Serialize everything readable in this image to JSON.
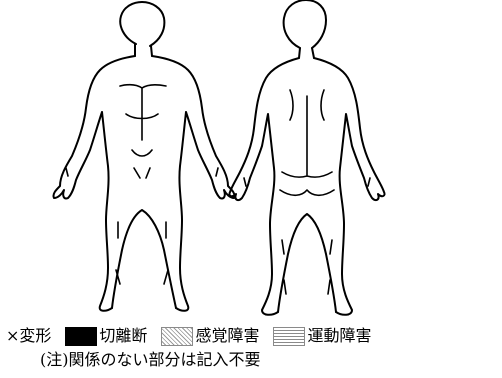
{
  "legend": {
    "deformity": "×変形",
    "amputation": "切離断",
    "sensory": "感覚障害",
    "motor": "運動障害"
  },
  "note": "(注)関係のない部分は記入不要",
  "colors": {
    "line": "#000000",
    "amputation": "#000000",
    "sensory_hatch": "#9a9a9a",
    "motor_hatch": "#8a8a8a"
  }
}
